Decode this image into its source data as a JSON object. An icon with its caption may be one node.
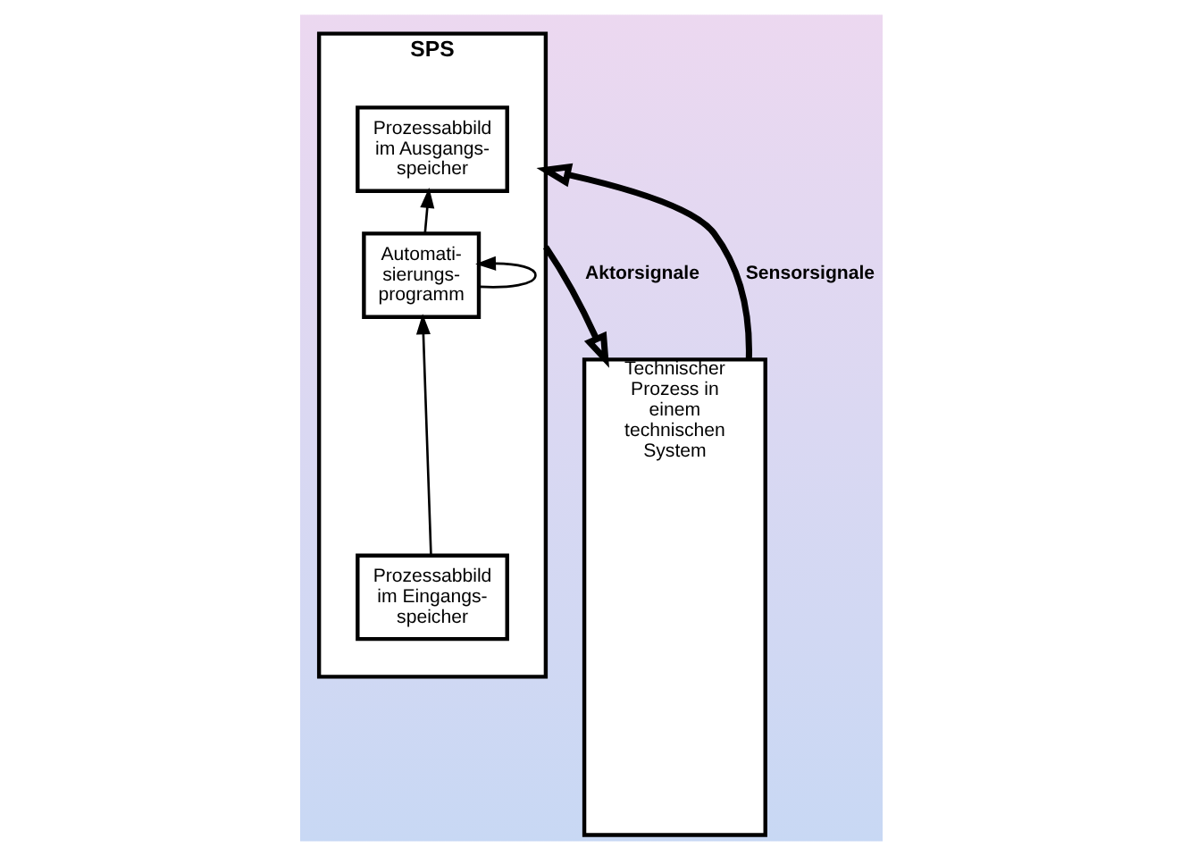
{
  "diagram": {
    "nodes": [
      {
        "text": [
          "SPS"
        ]
      },
      {
        "text": [
          "Prozessabbild im Ausgangs- speicher"
        ],
        "in": 0
      },
      {
        "text": [
          "Automati- sierungs- programm"
        ],
        "in": 0
      },
      {
        "text": [
          "Prozessabbild im Eingangs- speicher"
        ],
        "in": 0
      },
      {
        "text": [
          "Technischer Prozess in einem technischen System"
        ]
      }
    ],
    "edges": [
      {
        "from": 2,
        "to": 1,
        "arrow": "to"
      },
      {
        "from": 3,
        "to": 2,
        "arrow": "to"
      },
      {
        "from": 2,
        "to": 2,
        "arrow": "to"
      },
      {
        "from": 0,
        "to": 4,
        "arrow": "to",
        "label": "Aktorsignale",
        "style": "thick"
      },
      {
        "from": 4,
        "to": 0,
        "arrow": "to",
        "label": "Sensorsignale",
        "style": "thick"
      }
    ]
  }
}
